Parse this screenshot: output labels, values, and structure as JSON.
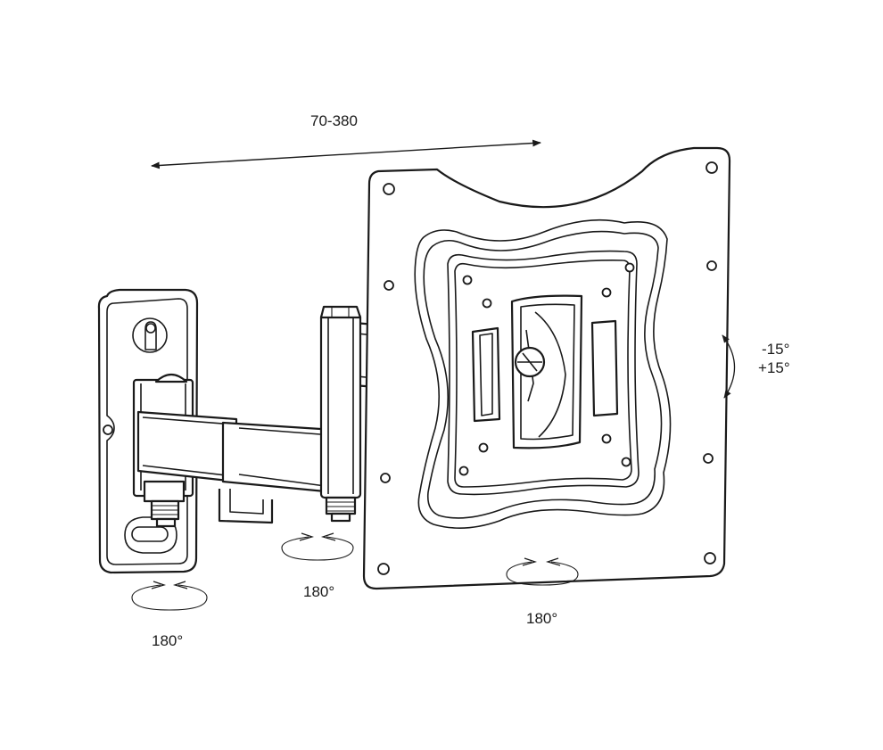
{
  "labels": {
    "extension": "70-380",
    "tilt_minus": "-15°",
    "tilt_plus": "+15°",
    "swivel_wall": "180°",
    "swivel_arm": "180°",
    "swivel_plate": "180°"
  }
}
